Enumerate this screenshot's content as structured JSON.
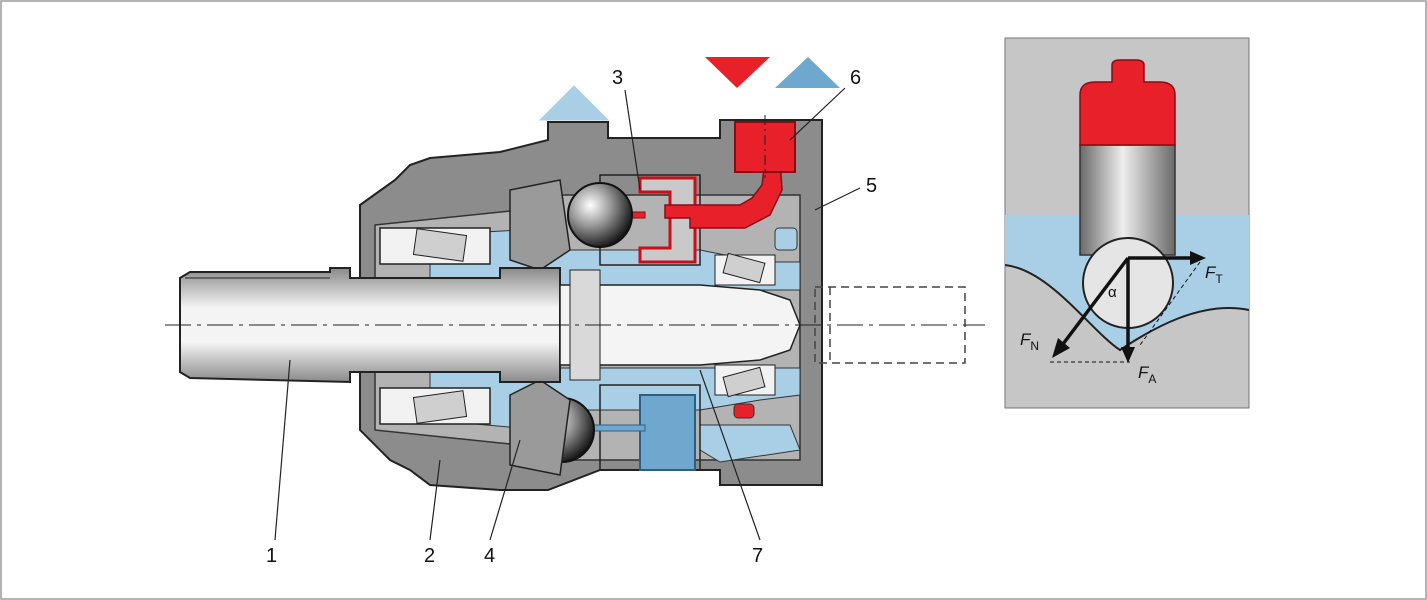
{
  "labels": {
    "l1": "1",
    "l2": "2",
    "l3": "3",
    "l4": "4",
    "l5": "5",
    "l6": "6",
    "l7": "7"
  },
  "detail": {
    "alpha": "α",
    "forces": {
      "fn_main": "F",
      "fn_sub": "N",
      "fa_main": "F",
      "fa_sub": "A",
      "ft_main": "F",
      "ft_sub": "T"
    }
  },
  "colors": {
    "housing_gray": "#8c8c8c",
    "housing_light": "#b3b3b3",
    "high_pressure_red": "#e8202a",
    "low_pressure_blue": "#a9cfe6",
    "low_pressure_blue_dark": "#6fa8cf",
    "detail_bg": "#c6c6c6"
  },
  "icons": {
    "flow_arrows": [
      "blue-triangle-up",
      "red-triangle-down",
      "blue-triangle-up"
    ]
  }
}
